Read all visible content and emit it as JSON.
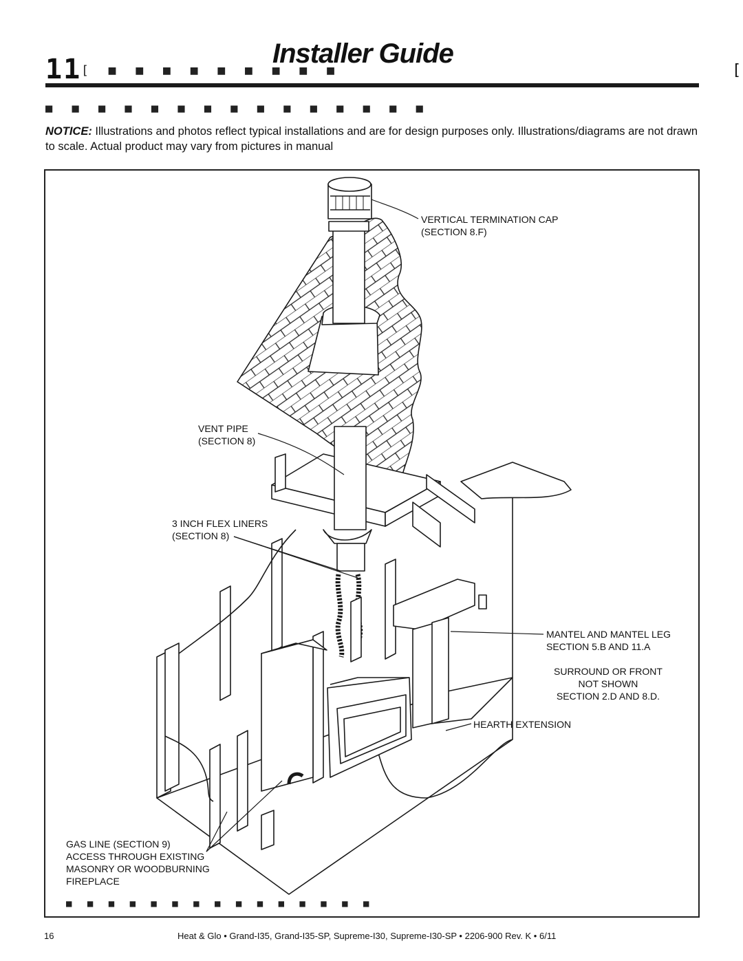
{
  "header": {
    "section_number": "11",
    "section_title_garbled": "[ ■ ■ ■ ■ ■ ■ ■ ■ ■",
    "title": "Installer Guide",
    "right_marker": "["
  },
  "subheading_garbled": "■ ■ ■ ■ ■ ■ ■ ■ ■ ■ ■ ■ ■ ■ ■",
  "notice": {
    "label": "NOTICE:",
    "text": " Illustrations and photos reflect typical installations and are for design purposes only. Illustrations/diagrams are not drawn to scale. Actual product may vary from pictures in manual"
  },
  "figure": {
    "labels": {
      "cap": "VERTICAL TERMINATION CAP\n(SECTION 8.F)",
      "vent": "VENT PIPE\n(SECTION 8)",
      "flex": "3 INCH FLEX LINERS\n(SECTION 8)",
      "mantel": "MANTEL AND MANTEL LEG\nSECTION 5.B AND 11.A",
      "surround": "SURROUND OR FRONT\nNOT SHOWN\nSECTION 2.D AND 8.D.",
      "hearth": "HEARTH EXTENSION",
      "gas": "GAS LINE (SECTION 9)\nACCESS THROUGH EXISTING\nMASONRY OR WOODBURNING\nFIREPLACE"
    },
    "caption_garbled": "■ ■ ■ ■ ■ ■  ■ ■ ■ ■ ■ ■ ■ ■ ■"
  },
  "footer": {
    "page": "16",
    "text": "Heat & Glo  •  Grand-I35, Grand-I35-SP, Supreme-I30, Supreme-I30-SP  •  2206-900 Rev. K  •  6/11"
  }
}
